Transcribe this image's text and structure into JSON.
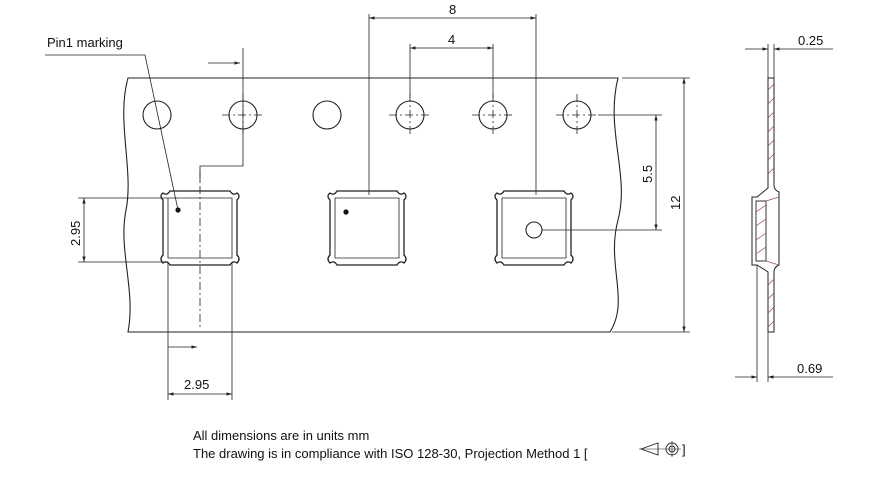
{
  "labels": {
    "pin1": "Pin1 marking",
    "pitch": "8",
    "hole_pitch": "4",
    "hole_to_pocket": "5.5",
    "tape_width": "12",
    "pocket_height": "2.95",
    "pocket_width": "2.95",
    "tape_thickness": "0.25",
    "total_thickness": "0.69"
  },
  "notes": {
    "line1": "All dimensions are in units mm",
    "line2": "The drawing is in compliance with ISO 128-30, Projection Method 1 ["
  }
}
